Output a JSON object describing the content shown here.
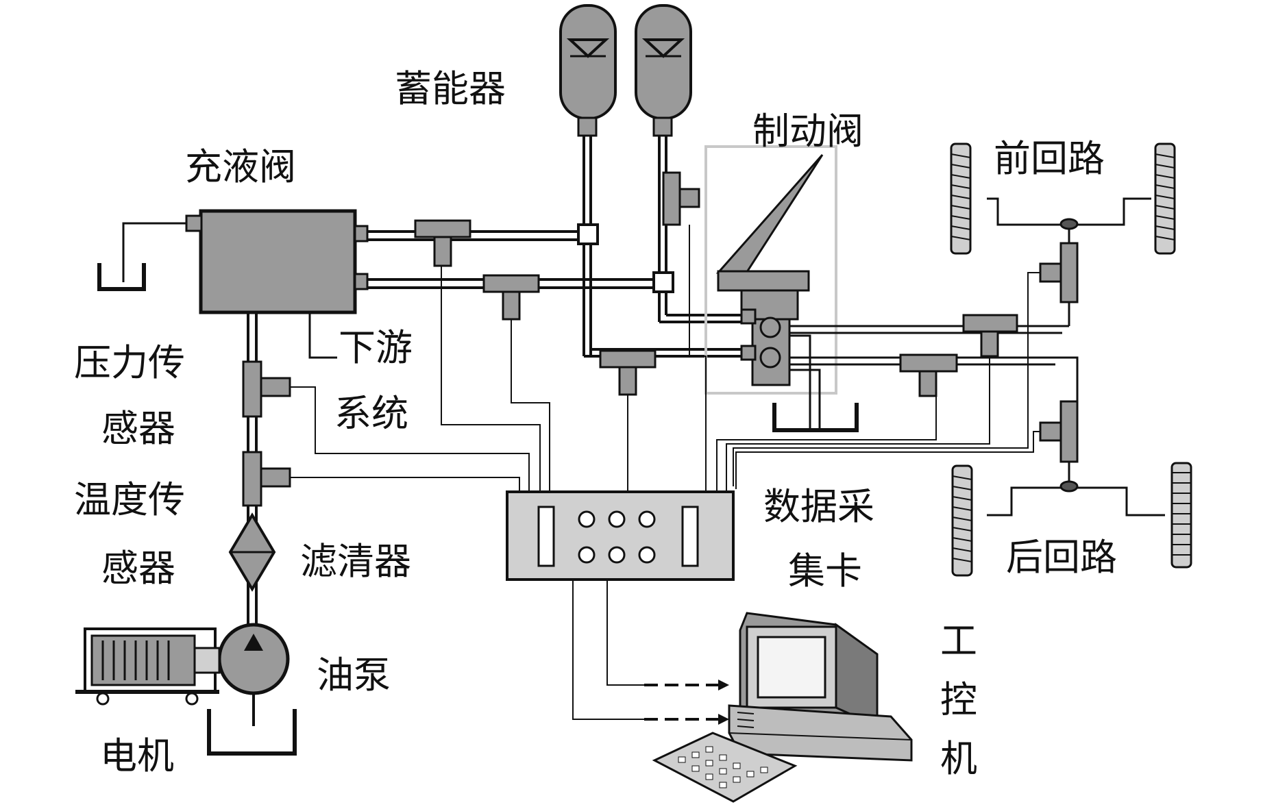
{
  "labels": {
    "accumulator": "蓄能器",
    "charging_valve": "充液阀",
    "brake_valve": "制动阀",
    "front_circuit": "前回路",
    "rear_circuit": "后回路",
    "pressure_sensor_line1": "压力传",
    "pressure_sensor_line2": "感器",
    "temp_sensor_line1": "温度传",
    "temp_sensor_line2": "感器",
    "downstream_line1": "下游",
    "downstream_line2": "系统",
    "filter": "滤清器",
    "oil_pump": "油泵",
    "motor": "电机",
    "daq_line1": "数据采",
    "daq_line2": "集卡",
    "ipc_char1": "工",
    "ipc_char2": "控",
    "ipc_char3": "机"
  },
  "colors": {
    "line": "#111111",
    "component_fill": "#9a9a9a",
    "light_fill": "#d0d0d0",
    "background": "#ffffff"
  },
  "icons": [
    "accumulator-icon",
    "tank-icon",
    "pump-icon",
    "motor-icon",
    "filter-icon",
    "spring-icon",
    "computer-icon",
    "keyboard-icon",
    "sensor-tee-icon"
  ]
}
